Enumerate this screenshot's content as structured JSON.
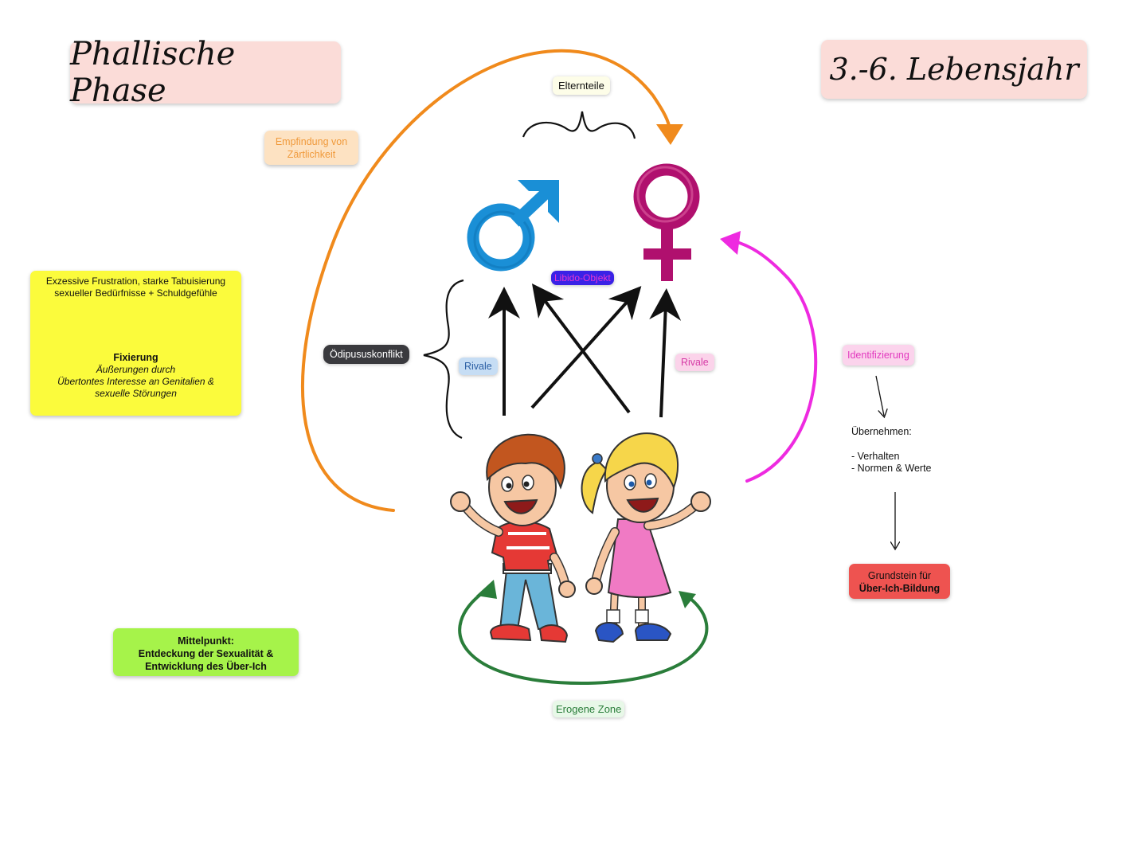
{
  "header": {
    "title": "Phallische Phase",
    "age": "3.-6. Lebensjahr"
  },
  "labels": {
    "elternteile": "Elternteile",
    "empfindung": "Empfindung von Zärtlichkeit",
    "libido_objekt": "Libido-Objekt",
    "oedipus": "Ödipususkonflikt",
    "rivale_left": "Rivale",
    "rivale_right": "Rivale",
    "identifizierung": "Identifizierung",
    "erogene_zone": "Erogene Zone"
  },
  "fixation_box": {
    "cause": "Exzessive Frustration, starke Tabuisierung sexueller Bedürfnisse + Schuldgefühle",
    "heading": "Fixierung",
    "line1": "Äußerungen durch",
    "line2": "Übertontes Interesse an Genitalien &",
    "line3": "sexuelle Störungen"
  },
  "focus_box": {
    "heading": "Mittelpunkt:",
    "line1": "Entdeckung der Sexualität &",
    "line2": "Entwicklung des Über-Ich"
  },
  "identification": {
    "uebernehmen": "Übernehmen:",
    "item1": "- Verhalten",
    "item2": "- Normen & Werte",
    "result_line1": "Grundstein für",
    "result_line2": "Über-Ich-Bildung"
  },
  "colors": {
    "male": "#1a8fd6",
    "female": "#b0106e",
    "orange_arrow": "#f08a1c",
    "magenta_arrow": "#ee2ae0",
    "green_arrow": "#2a7d3a",
    "yellow_note": "#fbfb3c",
    "green_note": "#a6f34a",
    "red_note": "#ee5350"
  }
}
